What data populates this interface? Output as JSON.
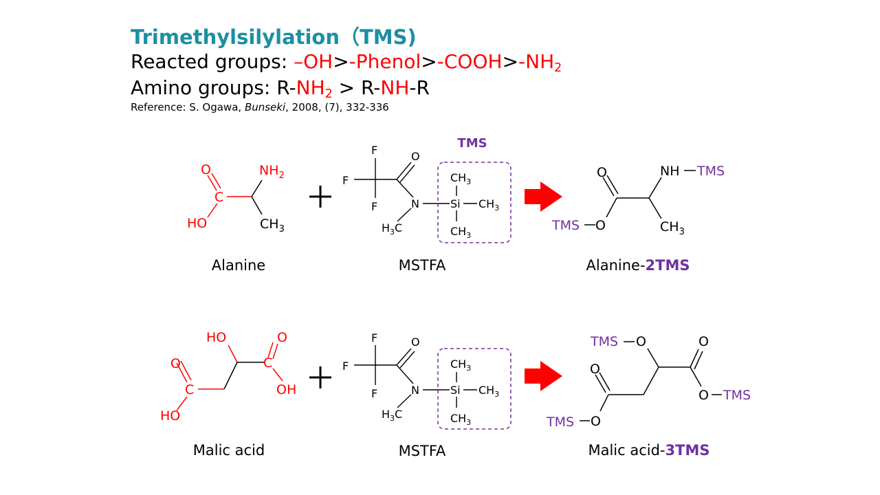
{
  "header": {
    "title": "Trimethylsilylation（TMS)",
    "reacted_label": "Reacted groups: ",
    "reacted_oh": "–OH",
    "gt": ">",
    "reacted_phenol": "-Phenol",
    "reacted_cooh": "-COOH",
    "reacted_nh": "-NH",
    "sub2": "2",
    "amino_label": "Amino groups: R-",
    "amino_nh": "NH",
    "amino_mid": " > R-",
    "amino_nh2": "NH",
    "amino_end": "-R",
    "ref_prefix": "Reference: S. Ogawa, ",
    "ref_journal": "Bunseki",
    "ref_suffix": ", 2008,  (7), 332-336"
  },
  "atoms": {
    "O": "O",
    "HO": "HO",
    "OH": "OH",
    "C": "C",
    "N": "N",
    "NH": "NH",
    "NH2": "NH",
    "CH3": "CH",
    "H3C_H": "H",
    "H3C_C": "C",
    "F": "F",
    "Si": "Si",
    "TMS": "TMS",
    "sub3": "3",
    "sub2": "2"
  },
  "reactions": [
    {
      "reactant": "Alanine",
      "reagent": "MSTFA",
      "product_prefix": "Alanine-",
      "product_suffix": "2TMS"
    },
    {
      "reactant": "Malic acid",
      "reagent": "MSTFA",
      "product_prefix": "Malic acid-",
      "product_suffix": "3TMS"
    }
  ],
  "colors": {
    "title": "#1b8fa3",
    "highlight": "#ff0000",
    "tms": "#7030a0",
    "arrow": "#ff0000",
    "text": "#000000"
  },
  "icons": {
    "plus": "plus-icon",
    "arrow": "reaction-arrow-icon"
  }
}
